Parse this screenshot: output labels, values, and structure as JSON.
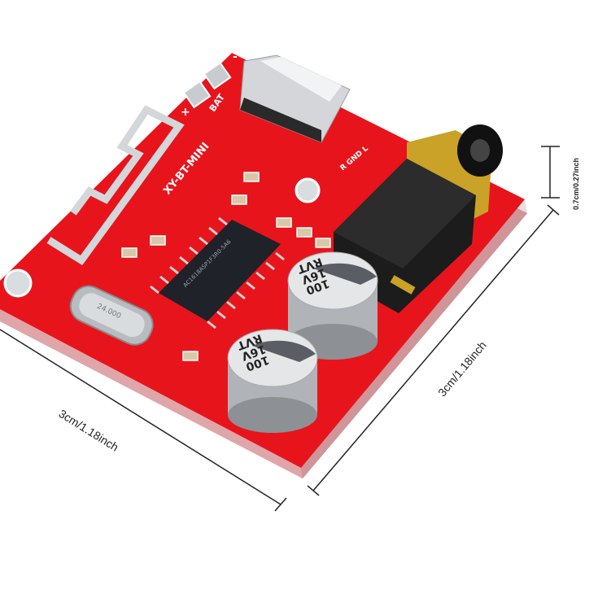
{
  "dimensions": {
    "width_label": "3cm/1.18inch",
    "depth_label": "3cm/1.18inch",
    "height_label": "0.7cm/0.27inch"
  },
  "board": {
    "model_silkscreen": "XY-BT-MINI",
    "battery_silkscreen": "BAT",
    "plus_mark": "+",
    "minus_mark": "-",
    "chip_marking": "AC1618ASP1F3R0-5A6",
    "crystal_marking": "24.000",
    "capacitor_marking": [
      "100",
      "16V",
      "RVT"
    ],
    "channel_marks": [
      "R",
      "GND",
      "L"
    ],
    "colors": {
      "pcb": "#e8141c",
      "silkscreen": "#ffffff",
      "metal": "#c9ccd0",
      "jack": "#1c1c1c",
      "gold": "#c9a227"
    }
  }
}
